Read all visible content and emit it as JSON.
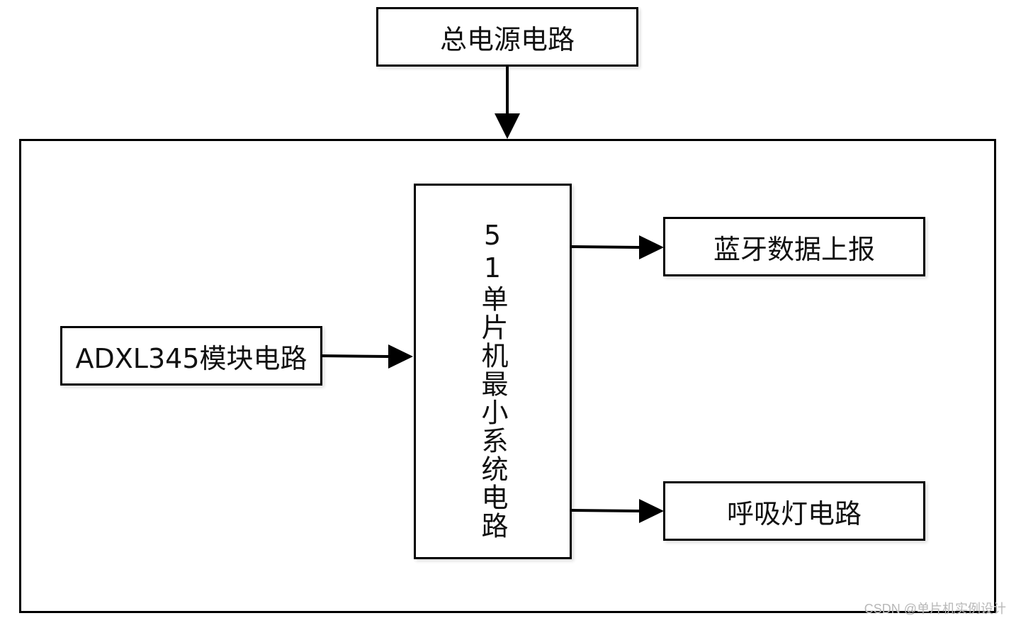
{
  "diagram": {
    "power_block": "总电源电路",
    "mcu_block": "51单片机最小系统电路",
    "sensor_block": "ADXL345模块电路",
    "bluetooth_block": "蓝牙数据上报",
    "breathing_light_block": "呼吸灯电路"
  },
  "watermark": "CSDN @单片机实例设计",
  "colors": {
    "line": "#000000",
    "background": "#ffffff"
  }
}
